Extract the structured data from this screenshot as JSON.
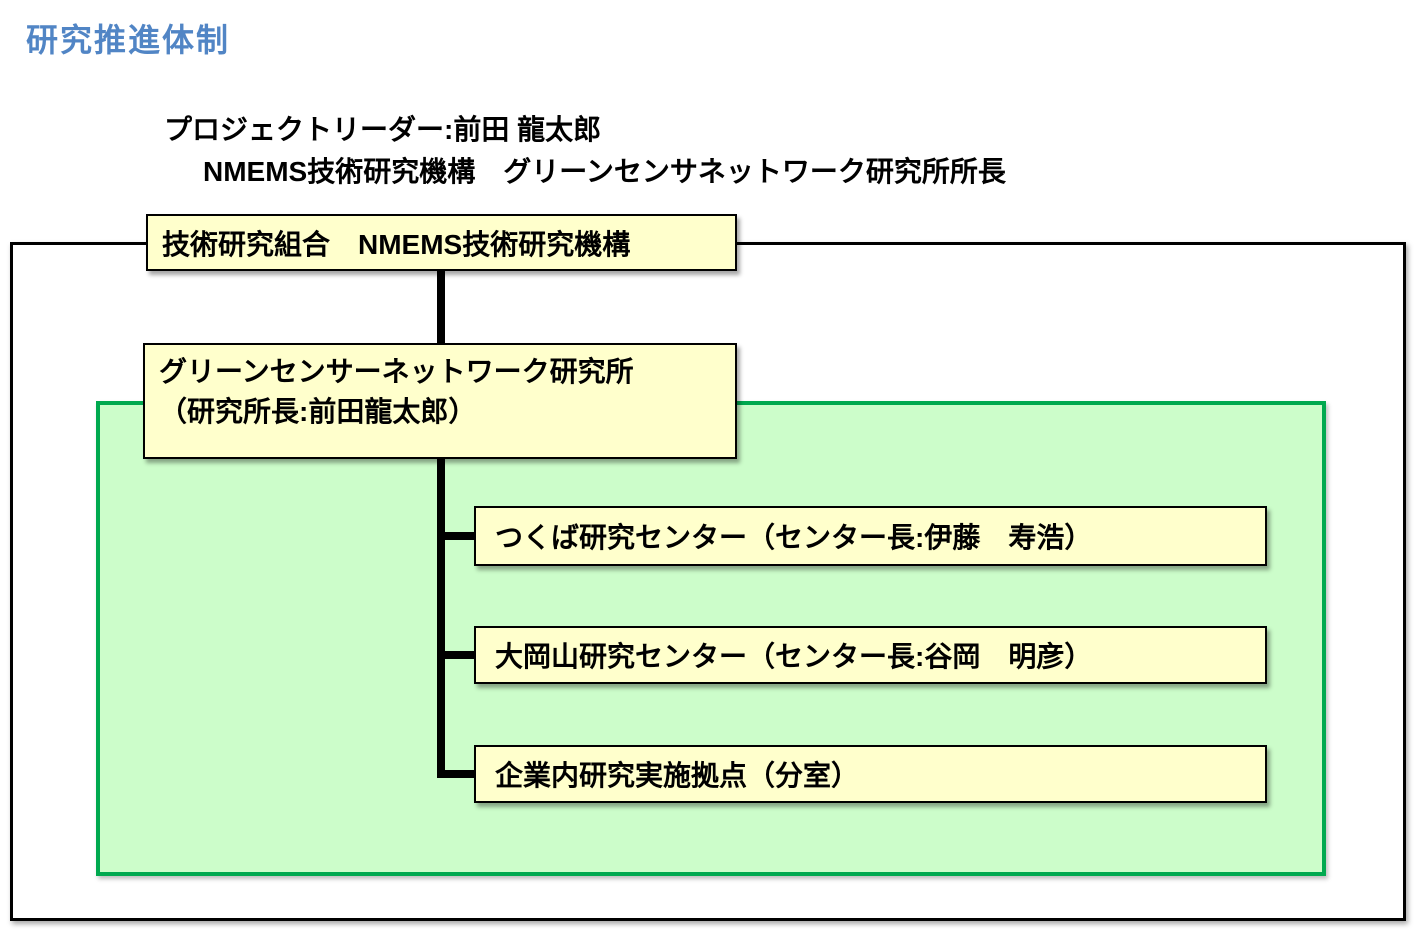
{
  "page": {
    "title": "研究推進体制"
  },
  "leader": {
    "line1": "プロジェクトリーダー:前田 龍太郎",
    "line2": "NMEMS技術研究機構　グリーンセンサネットワーク研究所所長"
  },
  "org": {
    "root": "技術研究組合　NMEMS技術研究機構",
    "institute": {
      "line1": "グリーンセンサーネットワーク研究所",
      "line2": "（研究所長:前田龍太郎）"
    },
    "centers": [
      "つくば研究センター（センター長:伊藤　寿浩）",
      "大岡山研究センター（センター長:谷岡　明彦）",
      "企業内研究実施拠点（分室）"
    ]
  },
  "colors": {
    "title_blue": "#5185C5",
    "box_fill_yellow": "#FFFFCC",
    "box_border_black": "#000000",
    "green_zone_fill": "#CCFDCA",
    "green_zone_border": "#00A94F",
    "connector_black": "#000000"
  }
}
